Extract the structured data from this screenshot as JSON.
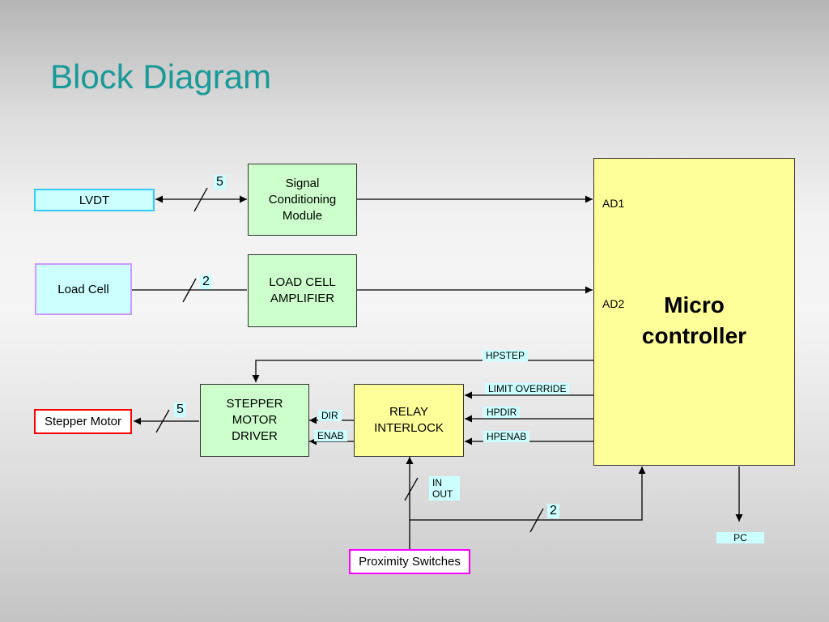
{
  "title": "Block Diagram",
  "blocks": {
    "lvdt": "LVDT",
    "load_cell": "Load Cell",
    "signal_conditioning": "Signal\nConditioning\nModule",
    "load_cell_amplifier": "LOAD CELL\nAMPLIFIER",
    "stepper_motor_driver": "STEPPER\nMOTOR\nDRIVER",
    "relay_interlock": "RELAY\nINTERLOCK",
    "microcontroller": "Micro\ncontroller",
    "stepper_motor": "Stepper Motor",
    "proximity_switches": "Proximity Switches"
  },
  "ports": {
    "ad1": "AD1",
    "ad2": "AD2"
  },
  "signals": {
    "hpstep": "HPSTEP",
    "limit_override": "LIMIT OVERRIDE",
    "hpdir": "HPDIR",
    "hpenab": "HPENAB",
    "dir": "DIR",
    "enab": "ENAB",
    "in_out": "IN\nOUT",
    "pc": "PC"
  },
  "bus_widths": {
    "lvdt_bus": "5",
    "load_cell_bus": "2",
    "stepper_bus": "5",
    "proximity_bus": "2"
  },
  "colors": {
    "title": "#1a9999",
    "block_fill_green": "#ccffcc",
    "micro_fill_yellow": "#ffff99",
    "sensor_fill_cyan": "#ccffff",
    "lvdt_border": "#33ccff",
    "load_cell_border": "#cc99ff",
    "stepper_motor_border": "#ff0000",
    "proximity_border": "#ff00ff"
  }
}
